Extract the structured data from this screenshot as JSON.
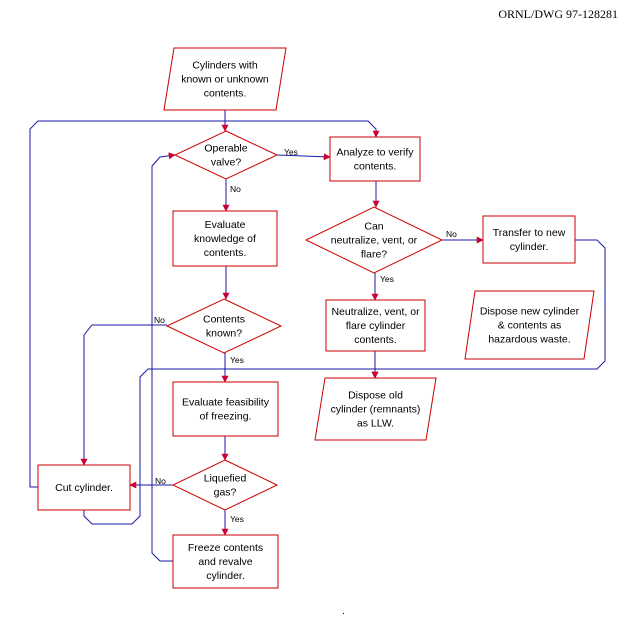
{
  "doc_id": "ORNL/DWG 97-128281",
  "colors": {
    "shape_stroke": "#cc0000",
    "connector": "#1a1aa6",
    "arrowhead": "#cc0033"
  },
  "nodes": {
    "start": {
      "shape": "parallelogram",
      "lines": [
        "Cylinders with",
        "known or unknown",
        "contents."
      ]
    },
    "operable_valve": {
      "shape": "diamond",
      "lines": [
        "Operable",
        "valve?"
      ]
    },
    "analyze": {
      "shape": "rectangle",
      "lines": [
        "Analyze to verify",
        "contents."
      ]
    },
    "evaluate_knowledge": {
      "shape": "rectangle",
      "lines": [
        "Evaluate",
        "knowledge of",
        "contents."
      ]
    },
    "can_neutralize": {
      "shape": "diamond",
      "lines": [
        "Can",
        "neutralize, vent, or",
        "flare?"
      ]
    },
    "transfer": {
      "shape": "rectangle",
      "lines": [
        "Transfer to new",
        "cylinder."
      ]
    },
    "contents_known": {
      "shape": "diamond",
      "lines": [
        "Contents",
        "known?"
      ]
    },
    "neutralize": {
      "shape": "rectangle",
      "lines": [
        "Neutralize, vent, or",
        "flare  cylinder",
        "contents."
      ]
    },
    "dispose_new": {
      "shape": "parallelogram",
      "lines": [
        "Dispose new cylinder",
        "& contents as",
        "hazardous waste."
      ]
    },
    "dispose_old": {
      "shape": "parallelogram",
      "lines": [
        "Dispose old",
        "cylinder (remnants)",
        "as LLW."
      ]
    },
    "evaluate_freezing": {
      "shape": "rectangle",
      "lines": [
        "Evaluate feasibility",
        "of freezing."
      ]
    },
    "liquefied": {
      "shape": "diamond",
      "lines": [
        "Liquefied",
        "gas?"
      ]
    },
    "cut": {
      "shape": "rectangle",
      "lines": [
        "Cut cylinder."
      ]
    },
    "freeze": {
      "shape": "rectangle",
      "lines": [
        "Freeze contents",
        "and revalve",
        "cylinder."
      ]
    }
  },
  "edges": [
    {
      "id": "e-start-valve",
      "from": "start",
      "to": "operable_valve",
      "label": ""
    },
    {
      "id": "e-valve-yes",
      "from": "operable_valve",
      "to": "analyze",
      "label": "Yes"
    },
    {
      "id": "e-valve-no",
      "from": "operable_valve",
      "to": "evaluate_knowledge",
      "label": "No"
    },
    {
      "id": "e-eval-known",
      "from": "evaluate_knowledge",
      "to": "contents_known",
      "label": ""
    },
    {
      "id": "e-known-yes",
      "from": "contents_known",
      "to": "evaluate_freezing",
      "label": "Yes"
    },
    {
      "id": "e-known-no",
      "from": "contents_known",
      "to": "cut",
      "label": "No"
    },
    {
      "id": "e-freezing-liq",
      "from": "evaluate_freezing",
      "to": "liquefied",
      "label": ""
    },
    {
      "id": "e-liq-yes",
      "from": "liquefied",
      "to": "freeze",
      "label": "Yes"
    },
    {
      "id": "e-liq-no",
      "from": "liquefied",
      "to": "cut",
      "label": "No"
    },
    {
      "id": "e-freeze-valve",
      "from": "freeze",
      "to": "operable_valve",
      "label": ""
    },
    {
      "id": "e-cut-analyze",
      "from": "cut",
      "to": "analyze",
      "label": ""
    },
    {
      "id": "e-analyze-can",
      "from": "analyze",
      "to": "can_neutralize",
      "label": ""
    },
    {
      "id": "e-can-no",
      "from": "can_neutralize",
      "to": "transfer",
      "label": "No"
    },
    {
      "id": "e-can-yes",
      "from": "can_neutralize",
      "to": "neutralize",
      "label": "Yes"
    },
    {
      "id": "e-neut-dispose",
      "from": "neutralize",
      "to": "dispose_old",
      "label": ""
    },
    {
      "id": "e-transfer-dispose",
      "from": "transfer",
      "to": "dispose_old",
      "label": ""
    },
    {
      "id": "e-cut-dispose",
      "from": "cut",
      "to": "dispose_old",
      "label": ""
    }
  ],
  "footer_mark": "."
}
